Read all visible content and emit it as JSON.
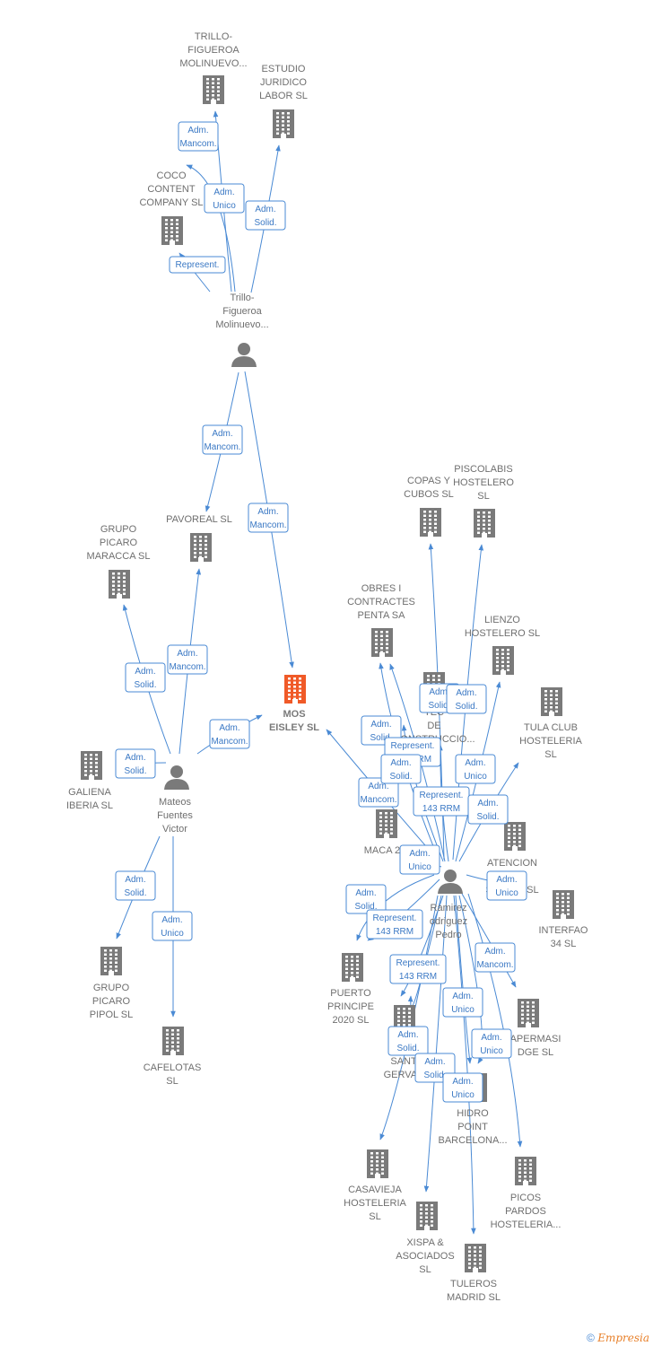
{
  "colors": {
    "edge": "#4a8ad4",
    "node": "#7a7a7a",
    "focus": "#f05a28",
    "label": "#6f6f6f"
  },
  "nodes": [
    {
      "id": "trillo_co",
      "type": "company",
      "label": [
        "TRILLO-",
        "FIGUEROA",
        "MOLINUEVO..."
      ]
    },
    {
      "id": "estudio",
      "type": "company",
      "label": [
        "ESTUDIO",
        "JURIDICO",
        "LABOR SL"
      ]
    },
    {
      "id": "coco",
      "type": "company",
      "label": [
        "COCO",
        "CONTENT",
        "COMPANY SL"
      ]
    },
    {
      "id": "trillo_p",
      "type": "person",
      "label": [
        "Trillo-",
        "Figueroa",
        "Molinuevo..."
      ]
    },
    {
      "id": "pavoreal",
      "type": "company",
      "label": [
        "PAVOREAL SL"
      ]
    },
    {
      "id": "picaro_m",
      "type": "company",
      "label": [
        "GRUPO",
        "PICARO",
        "MARACCA SL"
      ]
    },
    {
      "id": "mos",
      "type": "focus",
      "label": [
        "MOS",
        "EISLEY SL"
      ]
    },
    {
      "id": "galiena",
      "type": "company",
      "label": [
        "GALIENA",
        "IBERIA SL"
      ]
    },
    {
      "id": "mateos",
      "type": "person",
      "label": [
        "Mateos",
        "Fuentes",
        "Victor"
      ]
    },
    {
      "id": "picaro_p",
      "type": "company",
      "label": [
        "GRUPO",
        "PICARO",
        "PIPOL SL"
      ]
    },
    {
      "id": "cafelotas",
      "type": "company",
      "label": [
        "CAFELOTAS",
        "SL"
      ]
    },
    {
      "id": "copas",
      "type": "company",
      "label": [
        "COPAS Y",
        "CUBOS SL"
      ]
    },
    {
      "id": "piscolabis",
      "type": "company",
      "label": [
        "PISCOLABIS",
        "HOSTELERO",
        "SL"
      ]
    },
    {
      "id": "obres",
      "type": "company",
      "label": [
        "OBRES I",
        "CONTRACTES",
        "PENTA SA"
      ]
    },
    {
      "id": "lienzo",
      "type": "company",
      "label": [
        "LIENZO",
        "HOSTELERO SL"
      ]
    },
    {
      "id": "tecnicas",
      "type": "company",
      "label": [
        "TEC",
        "DE",
        "CONSTRUCCIO..."
      ]
    },
    {
      "id": "tula",
      "type": "company",
      "label": [
        "TULA CLUB",
        "HOSTELERIA",
        "SL"
      ]
    },
    {
      "id": "maca",
      "type": "company",
      "label": [
        "MACA 23"
      ]
    },
    {
      "id": "atencion",
      "type": "company",
      "label": [
        "ATENCION",
        "C L Y",
        "SEG DO SL"
      ]
    },
    {
      "id": "interfao",
      "type": "company",
      "label": [
        "INTERFAO",
        "34 SL"
      ]
    },
    {
      "id": "ramirez",
      "type": "person",
      "label": [
        "Ramirez",
        "odriguez",
        "Pedro"
      ]
    },
    {
      "id": "puerto",
      "type": "company",
      "label": [
        "PUERTO",
        "PRINCIPE",
        "2020 SL"
      ]
    },
    {
      "id": "sant",
      "type": "company",
      "label": [
        "GE C",
        "SANT",
        "GERVAS"
      ]
    },
    {
      "id": "apermasi",
      "type": "company",
      "label": [
        "APERMASI",
        "DGE SL"
      ]
    },
    {
      "id": "hidro",
      "type": "company",
      "label": [
        "HIDRO",
        "POINT",
        "BARCELONA..."
      ]
    },
    {
      "id": "casavieja",
      "type": "company",
      "label": [
        "CASAVIEJA",
        "HOSTELERIA",
        "SL"
      ]
    },
    {
      "id": "picos",
      "type": "company",
      "label": [
        "PICOS",
        "PARDOS",
        "HOSTELERIA..."
      ]
    },
    {
      "id": "xispa",
      "type": "company",
      "label": [
        "XISPA &",
        "ASOCIADOS",
        "SL"
      ]
    },
    {
      "id": "tuleros",
      "type": "company",
      "label": [
        "TULEROS",
        "MADRID SL"
      ]
    }
  ],
  "edges": [
    {
      "from": "trillo_p",
      "to": "trillo_co",
      "label": [
        "Adm.",
        "Mancom."
      ]
    },
    {
      "from": "trillo_p",
      "to": "coco",
      "label": [
        "Adm.",
        "Unico"
      ]
    },
    {
      "from": "trillo_p",
      "to": "estudio",
      "label": [
        "Adm.",
        "Solid."
      ]
    },
    {
      "from": "trillo_p",
      "to": "coco",
      "label": [
        "Represent."
      ]
    },
    {
      "from": "trillo_p",
      "to": "pavoreal",
      "label": [
        "Adm.",
        "Mancom."
      ]
    },
    {
      "from": "trillo_p",
      "to": "mos",
      "label": [
        "Adm.",
        "Mancom."
      ]
    },
    {
      "from": "mateos",
      "to": "picaro_m",
      "label": [
        "Adm.",
        "Solid."
      ]
    },
    {
      "from": "mateos",
      "to": "pavoreal",
      "label": [
        "Adm.",
        "Mancom."
      ]
    },
    {
      "from": "mateos",
      "to": "mos",
      "label": [
        "Adm.",
        "Mancom."
      ]
    },
    {
      "from": "mateos",
      "to": "galiena",
      "label": [
        "Adm.",
        "Solid."
      ]
    },
    {
      "from": "mateos",
      "to": "picaro_p",
      "label": [
        "Adm.",
        "Solid."
      ]
    },
    {
      "from": "mateos",
      "to": "cafelotas",
      "label": [
        "Adm.",
        "Unico"
      ]
    },
    {
      "from": "ramirez",
      "to": "mos",
      "label": [
        "Adm.",
        "Mancom."
      ]
    },
    {
      "from": "ramirez",
      "to": "copas",
      "label": [
        "Adm.",
        "Solid."
      ]
    },
    {
      "from": "ramirez",
      "to": "piscolabis",
      "label": [
        "Adm.",
        "Solid."
      ]
    },
    {
      "from": "ramirez",
      "to": "obres",
      "label": [
        "Adm.",
        "Solid."
      ]
    },
    {
      "from": "ramirez",
      "to": "obres",
      "label": [
        "Represent.",
        "143 RRM"
      ]
    },
    {
      "from": "ramirez",
      "to": "tecnicas",
      "label": [
        "Adm.",
        "Solid."
      ]
    },
    {
      "from": "ramirez",
      "to": "lienzo",
      "label": [
        "Adm.",
        "Unico"
      ]
    },
    {
      "from": "ramirez",
      "to": "tecnicas",
      "label": [
        "Represent.",
        "143 RRM"
      ]
    },
    {
      "from": "ramirez",
      "to": "tula",
      "label": [
        "Adm.",
        "Solid."
      ]
    },
    {
      "from": "ramirez",
      "to": "maca",
      "label": [
        "Adm.",
        "Unico"
      ]
    },
    {
      "from": "ramirez",
      "to": "atencion",
      "label": [
        "Adm.",
        "Unico"
      ]
    },
    {
      "from": "ramirez",
      "to": "puerto",
      "label": [
        "Adm.",
        "Solid."
      ]
    },
    {
      "from": "ramirez",
      "to": "puerto",
      "label": [
        "Represent.",
        "143 RRM"
      ]
    },
    {
      "from": "ramirez",
      "to": "interfao",
      "label": [
        "Adm.",
        "Mancom."
      ]
    },
    {
      "from": "ramirez",
      "to": "sant",
      "label": [
        "Represent.",
        "143 RRM"
      ]
    },
    {
      "from": "ramirez",
      "to": "apermasi",
      "label": [
        "Adm.",
        "Unico"
      ]
    },
    {
      "from": "ramirez",
      "to": "sant",
      "label": [
        "Adm.",
        "Solid."
      ]
    },
    {
      "from": "ramirez",
      "to": "hidro",
      "label": [
        "Adm.",
        "Unico"
      ]
    },
    {
      "from": "ramirez",
      "to": "casavieja",
      "label": [
        "Adm.",
        "Solid."
      ]
    },
    {
      "from": "ramirez",
      "to": "xispa",
      "label": [
        "Adm.",
        "Unico"
      ]
    },
    {
      "from": "ramirez",
      "to": "picos",
      "label": []
    },
    {
      "from": "ramirez",
      "to": "tuleros",
      "label": []
    }
  ],
  "footer": {
    "copyright": "©",
    "brand": "Empresia"
  }
}
